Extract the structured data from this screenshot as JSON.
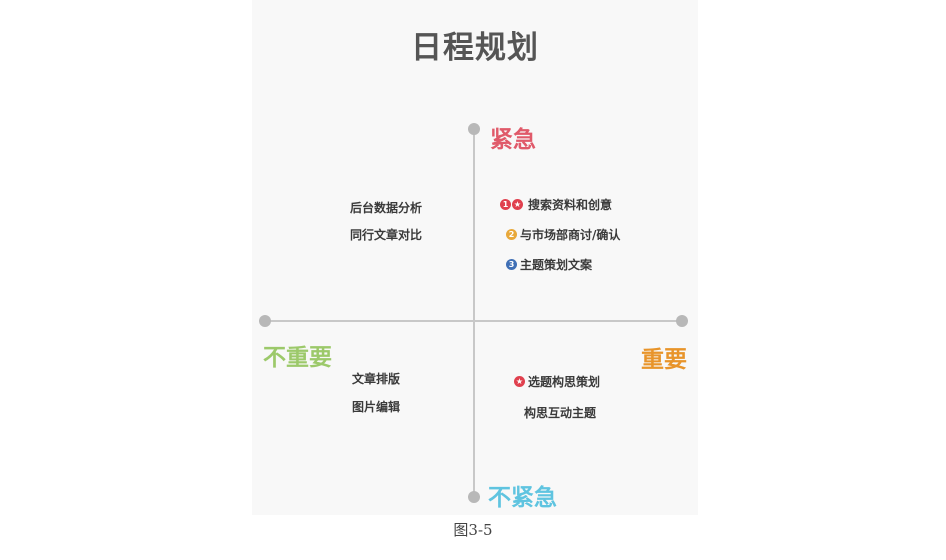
{
  "title": "日程规划",
  "axes": {
    "top_label": "紧急",
    "bottom_label": "不紧急",
    "left_label": "不重要",
    "right_label": "重要",
    "colors": {
      "top": "#e05a6a",
      "bottom": "#5fc4e0",
      "left": "#9cc96a",
      "right": "#e8942a"
    }
  },
  "quadrants": {
    "top_left": {
      "items": [
        "后台数据分析",
        "同行文章对比"
      ]
    },
    "top_right": {
      "items": [
        {
          "badges": [
            "1",
            "★"
          ],
          "badge_colors": [
            "#e0404e",
            "#e0404e"
          ],
          "text": "搜索资料和创意"
        },
        {
          "badges": [
            "2"
          ],
          "badge_colors": [
            "#e8a83a"
          ],
          "text": "与市场部商讨/确认"
        },
        {
          "badges": [
            "3"
          ],
          "badge_colors": [
            "#3f6fb5"
          ],
          "text": "主题策划文案"
        }
      ]
    },
    "bottom_left": {
      "items": [
        "文章排版",
        "图片编辑"
      ]
    },
    "bottom_right": {
      "items": [
        {
          "badges": [
            "★"
          ],
          "badge_colors": [
            "#e0404e"
          ],
          "text": "选题构思策划"
        },
        {
          "badges": [],
          "badge_colors": [],
          "text": "构思互动主题"
        }
      ]
    }
  },
  "caption": "图3-5"
}
